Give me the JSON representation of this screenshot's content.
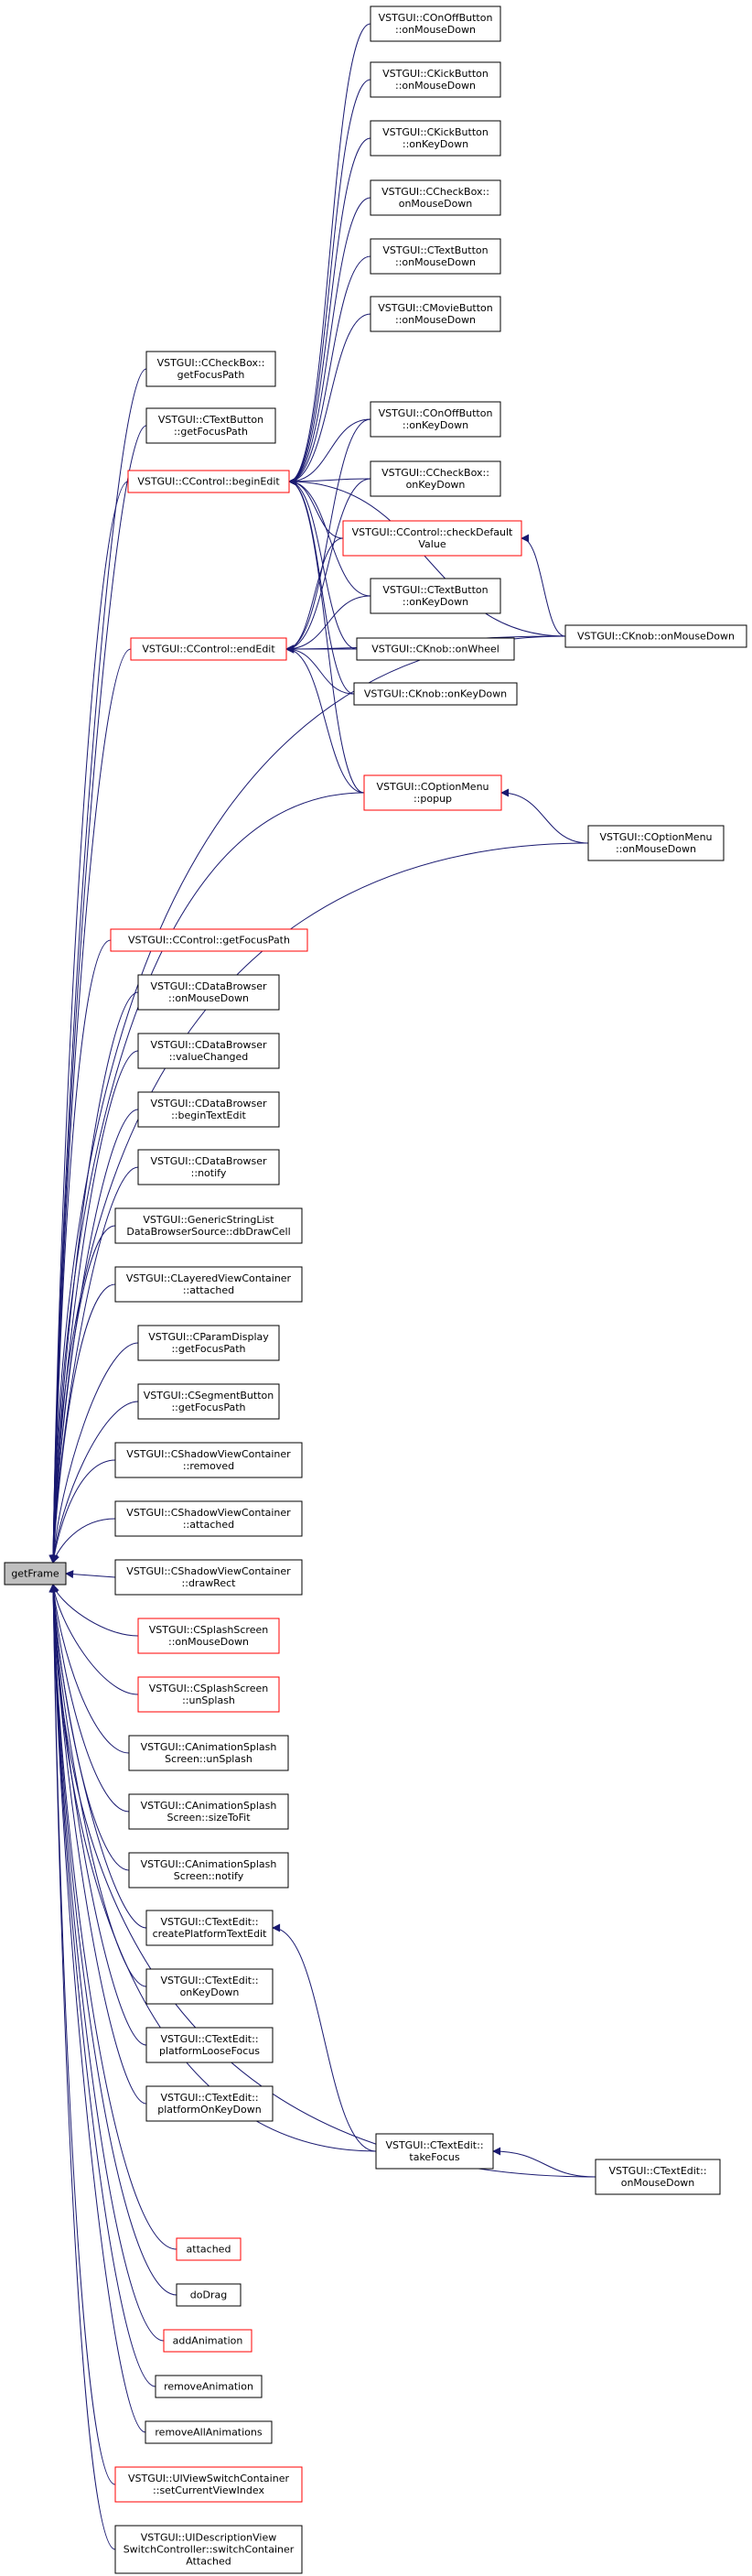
{
  "title": "",
  "colors": {
    "edge": "#191970",
    "black_border": "#000000",
    "red_border": "#ff0000",
    "root_fill": "#bfbfbf",
    "node_fill": "#ffffff"
  },
  "nodes": {
    "root": {
      "lines": [
        "getFrame"
      ],
      "border": "black",
      "fill": "grey"
    },
    "onoff_md": {
      "lines": [
        "VSTGUI::COnOffButton",
        "::onMouseDown"
      ],
      "border": "black"
    },
    "kick_md": {
      "lines": [
        "VSTGUI::CKickButton",
        "::onMouseDown"
      ],
      "border": "black"
    },
    "kick_kd": {
      "lines": [
        "VSTGUI::CKickButton",
        "::onKeyDown"
      ],
      "border": "black"
    },
    "cb_md": {
      "lines": [
        "VSTGUI::CCheckBox::",
        "onMouseDown"
      ],
      "border": "black"
    },
    "tb_md": {
      "lines": [
        "VSTGUI::CTextButton",
        "::onMouseDown"
      ],
      "border": "black"
    },
    "movie_md": {
      "lines": [
        "VSTGUI::CMovieButton",
        "::onMouseDown"
      ],
      "border": "black"
    },
    "cb_gfp": {
      "lines": [
        "VSTGUI::CCheckBox::",
        "getFocusPath"
      ],
      "border": "black"
    },
    "tb_gfp": {
      "lines": [
        "VSTGUI::CTextButton",
        "::getFocusPath"
      ],
      "border": "black"
    },
    "begin_edit": {
      "lines": [
        "VSTGUI::CControl::beginEdit"
      ],
      "border": "red"
    },
    "onoff_kd": {
      "lines": [
        "VSTGUI::COnOffButton",
        "::onKeyDown"
      ],
      "border": "black"
    },
    "cb_kd": {
      "lines": [
        "VSTGUI::CCheckBox::",
        "onKeyDown"
      ],
      "border": "black"
    },
    "check_default": {
      "lines": [
        "VSTGUI::CControl::checkDefault",
        "Value"
      ],
      "border": "red"
    },
    "tb_kd": {
      "lines": [
        "VSTGUI::CTextButton",
        "::onKeyDown"
      ],
      "border": "black"
    },
    "end_edit": {
      "lines": [
        "VSTGUI::CControl::endEdit"
      ],
      "border": "red"
    },
    "knob_wheel": {
      "lines": [
        "VSTGUI::CKnob::onWheel"
      ],
      "border": "black"
    },
    "knob_md": {
      "lines": [
        "VSTGUI::CKnob::onMouseDown"
      ],
      "border": "black"
    },
    "knob_kd": {
      "lines": [
        "VSTGUI::CKnob::onKeyDown"
      ],
      "border": "black"
    },
    "option_popup": {
      "lines": [
        "VSTGUI::COptionMenu",
        "::popup"
      ],
      "border": "red"
    },
    "option_md": {
      "lines": [
        "VSTGUI::COptionMenu",
        "::onMouseDown"
      ],
      "border": "black"
    },
    "ctrl_gfp": {
      "lines": [
        "VSTGUI::CControl::getFocusPath"
      ],
      "border": "red"
    },
    "db_md": {
      "lines": [
        "VSTGUI::CDataBrowser",
        "::onMouseDown"
      ],
      "border": "black"
    },
    "db_vc": {
      "lines": [
        "VSTGUI::CDataBrowser",
        "::valueChanged"
      ],
      "border": "black"
    },
    "db_bte": {
      "lines": [
        "VSTGUI::CDataBrowser",
        "::beginTextEdit"
      ],
      "border": "black"
    },
    "db_notify": {
      "lines": [
        "VSTGUI::CDataBrowser",
        "::notify"
      ],
      "border": "black"
    },
    "gsl_draw": {
      "lines": [
        "VSTGUI::GenericStringList",
        "DataBrowserSource::dbDrawCell"
      ],
      "border": "black"
    },
    "lvc_attached": {
      "lines": [
        "VSTGUI::CLayeredViewContainer",
        "::attached"
      ],
      "border": "black"
    },
    "pd_gfp": {
      "lines": [
        "VSTGUI::CParamDisplay",
        "::getFocusPath"
      ],
      "border": "black"
    },
    "sb_gfp": {
      "lines": [
        "VSTGUI::CSegmentButton",
        "::getFocusPath"
      ],
      "border": "black"
    },
    "svc_removed": {
      "lines": [
        "VSTGUI::CShadowViewContainer",
        "::removed"
      ],
      "border": "black"
    },
    "svc_attached": {
      "lines": [
        "VSTGUI::CShadowViewContainer",
        "::attached"
      ],
      "border": "black"
    },
    "svc_draw": {
      "lines": [
        "VSTGUI::CShadowViewContainer",
        "::drawRect"
      ],
      "border": "black"
    },
    "splash_md": {
      "lines": [
        "VSTGUI::CSplashScreen",
        "::onMouseDown"
      ],
      "border": "red"
    },
    "splash_un": {
      "lines": [
        "VSTGUI::CSplashScreen",
        "::unSplash"
      ],
      "border": "red"
    },
    "asplash_un": {
      "lines": [
        "VSTGUI::CAnimationSplash",
        "Screen::unSplash"
      ],
      "border": "black"
    },
    "asplash_size": {
      "lines": [
        "VSTGUI::CAnimationSplash",
        "Screen::sizeToFit"
      ],
      "border": "black"
    },
    "asplash_notify": {
      "lines": [
        "VSTGUI::CAnimationSplash",
        "Screen::notify"
      ],
      "border": "black"
    },
    "te_create": {
      "lines": [
        "VSTGUI::CTextEdit::",
        "createPlatformTextEdit"
      ],
      "border": "black"
    },
    "te_kd": {
      "lines": [
        "VSTGUI::CTextEdit::",
        "onKeyDown"
      ],
      "border": "black"
    },
    "te_loose": {
      "lines": [
        "VSTGUI::CTextEdit::",
        "platformLooseFocus"
      ],
      "border": "black"
    },
    "te_pkd": {
      "lines": [
        "VSTGUI::CTextEdit::",
        "platformOnKeyDown"
      ],
      "border": "black"
    },
    "te_take": {
      "lines": [
        "VSTGUI::CTextEdit::",
        "takeFocus"
      ],
      "border": "black"
    },
    "te_md": {
      "lines": [
        "VSTGUI::CTextEdit::",
        "onMouseDown"
      ],
      "border": "black"
    },
    "attached": {
      "lines": [
        "attached"
      ],
      "border": "red"
    },
    "dodrag": {
      "lines": [
        "doDrag"
      ],
      "border": "black"
    },
    "add_anim": {
      "lines": [
        "addAnimation"
      ],
      "border": "red"
    },
    "remove_anim": {
      "lines": [
        "removeAnimation"
      ],
      "border": "black"
    },
    "remove_all_anim": {
      "lines": [
        "removeAllAnimations"
      ],
      "border": "black"
    },
    "uivsc": {
      "lines": [
        "VSTGUI::UIViewSwitchContainer",
        "::setCurrentViewIndex"
      ],
      "border": "red"
    },
    "uidesc": {
      "lines": [
        "VSTGUI::UIDescriptionView",
        "SwitchController::switchContainer",
        "Attached"
      ],
      "border": "black"
    }
  },
  "edges": [
    [
      "onoff_md",
      "begin_edit"
    ],
    [
      "kick_md",
      "begin_edit"
    ],
    [
      "kick_kd",
      "begin_edit"
    ],
    [
      "cb_md",
      "begin_edit"
    ],
    [
      "tb_md",
      "begin_edit"
    ],
    [
      "movie_md",
      "begin_edit"
    ],
    [
      "onoff_kd",
      "begin_edit"
    ],
    [
      "cb_kd",
      "begin_edit"
    ],
    [
      "check_default",
      "begin_edit"
    ],
    [
      "tb_kd",
      "begin_edit"
    ],
    [
      "knob_wheel",
      "begin_edit"
    ],
    [
      "knob_md",
      "begin_edit"
    ],
    [
      "knob_kd",
      "begin_edit"
    ],
    [
      "option_popup",
      "begin_edit"
    ],
    [
      "check_default",
      "end_edit"
    ],
    [
      "tb_kd",
      "end_edit"
    ],
    [
      "knob_wheel",
      "end_edit"
    ],
    [
      "knob_md",
      "end_edit"
    ],
    [
      "knob_kd",
      "end_edit"
    ],
    [
      "option_popup",
      "end_edit"
    ],
    [
      "cb_kd",
      "end_edit"
    ],
    [
      "onoff_kd",
      "end_edit"
    ],
    [
      "knob_md",
      "check_default"
    ],
    [
      "option_md",
      "option_popup"
    ],
    [
      "te_take",
      "te_create"
    ],
    [
      "te_md",
      "te_take"
    ],
    [
      "cb_gfp",
      "root"
    ],
    [
      "tb_gfp",
      "root"
    ],
    [
      "begin_edit",
      "root"
    ],
    [
      "end_edit",
      "root"
    ],
    [
      "option_popup",
      "root"
    ],
    [
      "knob_md",
      "root"
    ],
    [
      "option_md",
      "root"
    ],
    [
      "ctrl_gfp",
      "root"
    ],
    [
      "db_md",
      "root"
    ],
    [
      "db_vc",
      "root"
    ],
    [
      "db_bte",
      "root"
    ],
    [
      "db_notify",
      "root"
    ],
    [
      "gsl_draw",
      "root"
    ],
    [
      "lvc_attached",
      "root"
    ],
    [
      "pd_gfp",
      "root"
    ],
    [
      "sb_gfp",
      "root"
    ],
    [
      "svc_removed",
      "root"
    ],
    [
      "svc_attached",
      "root"
    ],
    [
      "svc_draw",
      "root"
    ],
    [
      "splash_md",
      "root"
    ],
    [
      "splash_un",
      "root"
    ],
    [
      "asplash_un",
      "root"
    ],
    [
      "asplash_size",
      "root"
    ],
    [
      "asplash_notify",
      "root"
    ],
    [
      "te_create",
      "root"
    ],
    [
      "te_kd",
      "root"
    ],
    [
      "te_loose",
      "root"
    ],
    [
      "te_pkd",
      "root"
    ],
    [
      "te_take",
      "root"
    ],
    [
      "te_md",
      "root"
    ],
    [
      "attached",
      "root"
    ],
    [
      "dodrag",
      "root"
    ],
    [
      "add_anim",
      "root"
    ],
    [
      "remove_anim",
      "root"
    ],
    [
      "remove_all_anim",
      "root"
    ],
    [
      "uivsc",
      "root"
    ],
    [
      "uidesc",
      "root"
    ]
  ]
}
